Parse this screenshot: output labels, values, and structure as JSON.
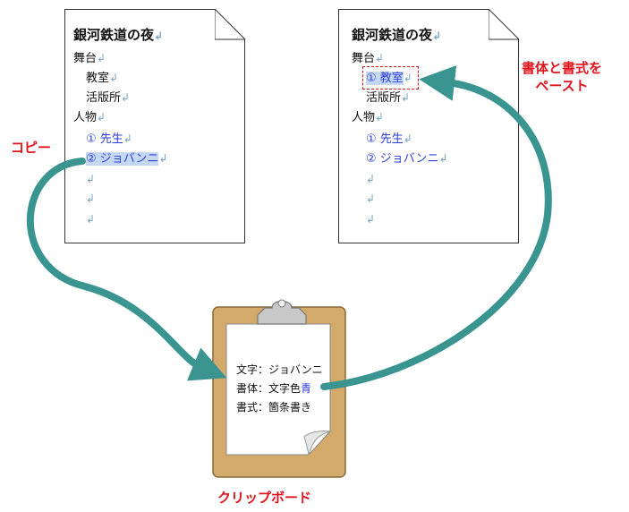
{
  "left_doc": {
    "title": "銀河鉄道の夜",
    "lines": [
      "舞台",
      "教室",
      "活版所",
      "人物"
    ],
    "items": [
      "①  先生",
      "②  ジョバンニ"
    ]
  },
  "right_doc": {
    "title": "銀河鉄道の夜",
    "lines": [
      "舞台",
      "活版所",
      "人物"
    ],
    "pasted_item": "①  教室",
    "items": [
      "①  先生",
      "②  ジョバンニ"
    ]
  },
  "return_mark": "↲",
  "labels": {
    "copy": "コピー",
    "paste_line1": "書体と書式を",
    "paste_line2": "ペースト",
    "clipboard": "クリップボード"
  },
  "clipboard": {
    "line1": "文字：ジョバンニ",
    "line2_prefix": "書体：文字色",
    "line2_value": "青",
    "line3": "書式：箇条書き"
  },
  "colors": {
    "arrow": "#3a9591",
    "label": "#e0141e",
    "item_text": "#2b3fd6",
    "board": "#d4aa6a"
  }
}
